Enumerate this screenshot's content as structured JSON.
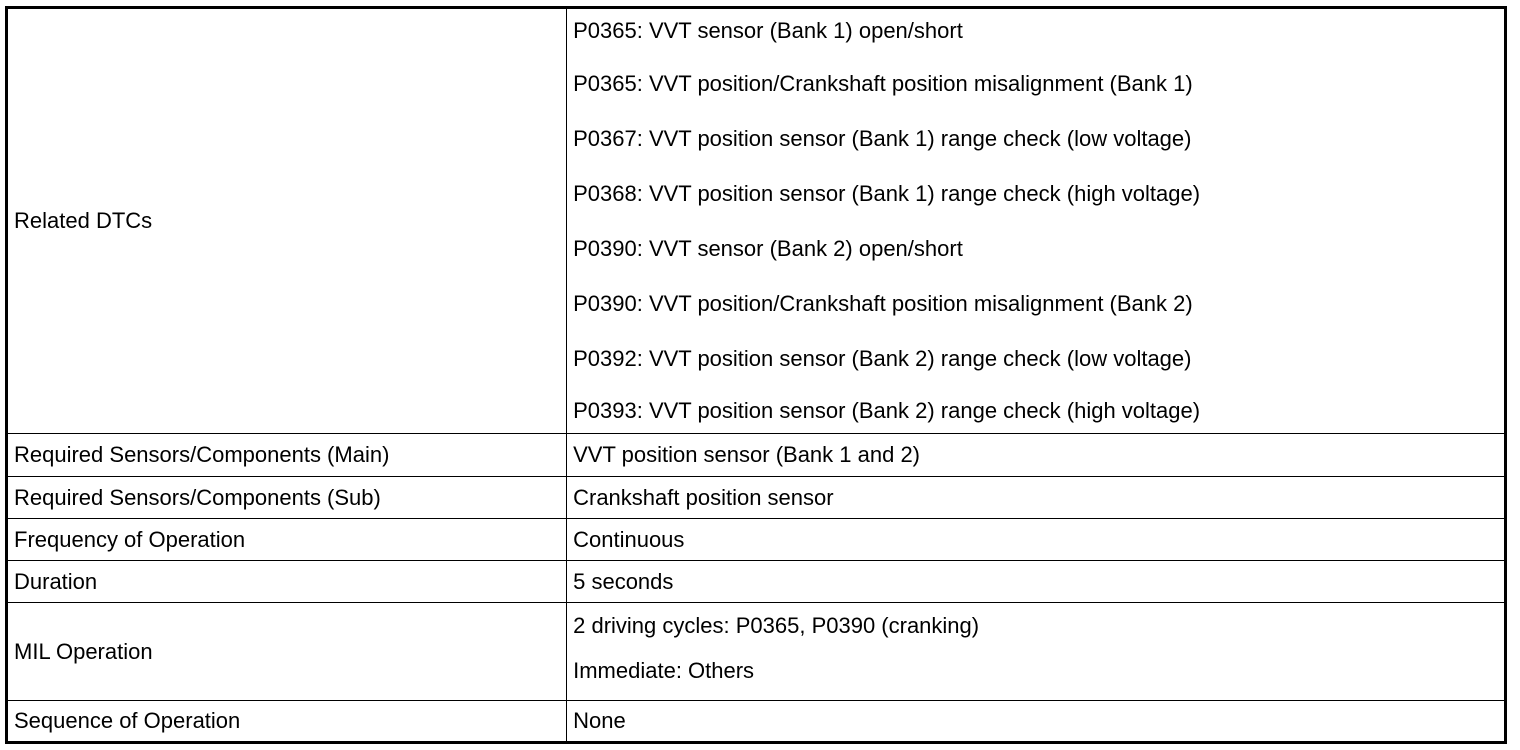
{
  "table": {
    "rows": [
      {
        "label": "Related DTCs",
        "values": [
          "P0365: VVT sensor (Bank 1) open/short",
          "P0365: VVT position/Crankshaft position misalignment (Bank 1)",
          "P0367: VVT position sensor (Bank 1) range check (low voltage)",
          "P0368: VVT position sensor (Bank 1) range check (high voltage)",
          "P0390: VVT sensor (Bank 2) open/short",
          "P0390: VVT position/Crankshaft position misalignment (Bank 2)",
          "P0392: VVT position sensor (Bank 2) range check (low voltage)",
          "P0393: VVT position sensor (Bank 2) range check (high voltage)"
        ]
      },
      {
        "label": "Required Sensors/Components (Main)",
        "values": [
          "VVT position sensor (Bank 1 and 2)"
        ]
      },
      {
        "label": "Required Sensors/Components (Sub)",
        "values": [
          "Crankshaft position sensor"
        ]
      },
      {
        "label": "Frequency of Operation",
        "values": [
          "Continuous"
        ]
      },
      {
        "label": "Duration",
        "values": [
          "5 seconds"
        ]
      },
      {
        "label": "MIL Operation",
        "values": [
          "2 driving cycles: P0365, P0390 (cranking)",
          "Immediate: Others"
        ]
      },
      {
        "label": "Sequence of Operation",
        "values": [
          "None"
        ]
      }
    ]
  }
}
